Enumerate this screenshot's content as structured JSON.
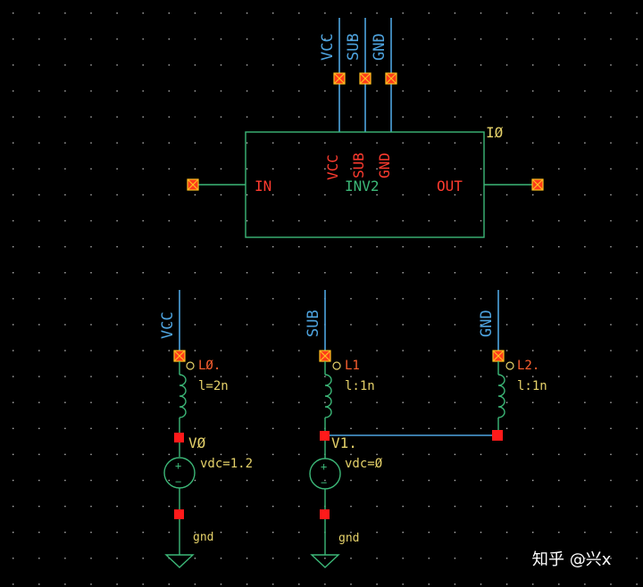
{
  "colors": {
    "background": "#000000",
    "grid_dot": "#b4b4b4",
    "wire": "#4ea4e0",
    "symbol": "#3cb878",
    "pin": "#ff1a1a",
    "pin_label": "#ff3b2f",
    "param": "#e6d26a"
  },
  "ports": {
    "top": [
      "VCC",
      "SUB",
      "GND"
    ]
  },
  "inverter": {
    "instance": "IØ",
    "cell": "INV2",
    "pins": {
      "vcc": "VCC",
      "sub": "SUB",
      "gnd": "GND",
      "in": "IN",
      "out": "OUT"
    }
  },
  "supplies": {
    "vcc_net": "VCC",
    "sub_net": "SUB",
    "gnd_net": "GND",
    "l0": {
      "name": "LØ.",
      "value": "l=2n"
    },
    "l1": {
      "name": "L1",
      "value": "l:1n"
    },
    "l2": {
      "name": "L2.",
      "value": "l:1n"
    },
    "v0": {
      "name": "VØ",
      "value": "vdc=1.2",
      "ground": "gnd"
    },
    "v1": {
      "name": "V1.",
      "value": "vdc=Ø",
      "ground": "gnd"
    }
  },
  "watermark": "知乎 @兴x"
}
